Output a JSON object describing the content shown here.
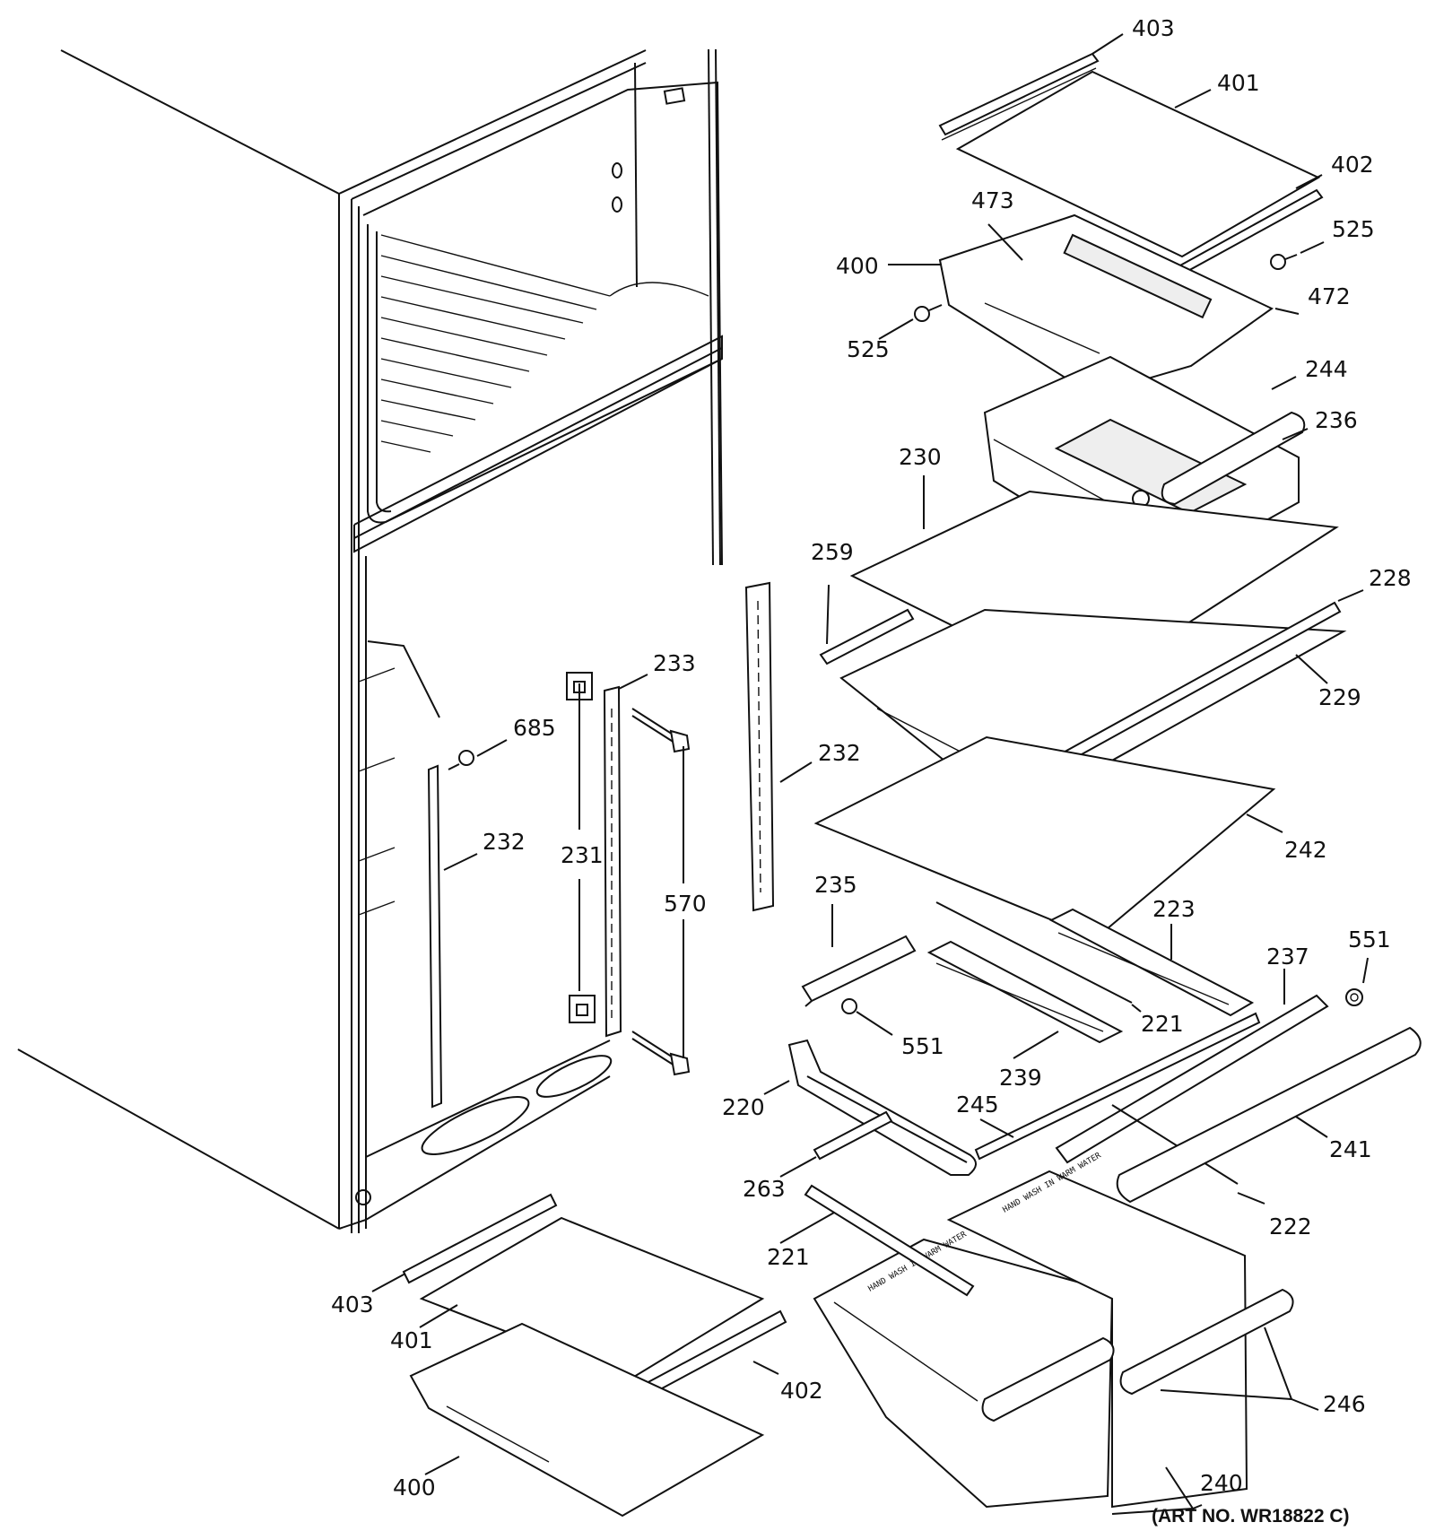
{
  "art_number": "(ART NO. WR18822 C)",
  "colors": {
    "line": "#111111",
    "background": "#ffffff"
  },
  "labels": [
    {
      "id": "403-top",
      "text": "403"
    },
    {
      "id": "401-top",
      "text": "401"
    },
    {
      "id": "402-top",
      "text": "402"
    },
    {
      "id": "525-right",
      "text": "525"
    },
    {
      "id": "473",
      "text": "473"
    },
    {
      "id": "400-top",
      "text": "400"
    },
    {
      "id": "472",
      "text": "472"
    },
    {
      "id": "525-left",
      "text": "525"
    },
    {
      "id": "244",
      "text": "244"
    },
    {
      "id": "236",
      "text": "236"
    },
    {
      "id": "230",
      "text": "230"
    },
    {
      "id": "259",
      "text": "259"
    },
    {
      "id": "228",
      "text": "228"
    },
    {
      "id": "229",
      "text": "229"
    },
    {
      "id": "233",
      "text": "233"
    },
    {
      "id": "685",
      "text": "685"
    },
    {
      "id": "232-right",
      "text": "232"
    },
    {
      "id": "232-left",
      "text": "232"
    },
    {
      "id": "231",
      "text": "231"
    },
    {
      "id": "570",
      "text": "570"
    },
    {
      "id": "242",
      "text": "242"
    },
    {
      "id": "235",
      "text": "235"
    },
    {
      "id": "223",
      "text": "223"
    },
    {
      "id": "551-right",
      "text": "551"
    },
    {
      "id": "237",
      "text": "237"
    },
    {
      "id": "221-upper",
      "text": "221"
    },
    {
      "id": "551-left",
      "text": "551"
    },
    {
      "id": "239",
      "text": "239"
    },
    {
      "id": "220",
      "text": "220"
    },
    {
      "id": "245",
      "text": "245"
    },
    {
      "id": "241",
      "text": "241"
    },
    {
      "id": "263",
      "text": "263"
    },
    {
      "id": "222",
      "text": "222"
    },
    {
      "id": "221-lower",
      "text": "221"
    },
    {
      "id": "403-bottom",
      "text": "403"
    },
    {
      "id": "401-bottom",
      "text": "401"
    },
    {
      "id": "402-bottom",
      "text": "402"
    },
    {
      "id": "246",
      "text": "246"
    },
    {
      "id": "400-bottom",
      "text": "400"
    },
    {
      "id": "240",
      "text": "240"
    }
  ],
  "pan_imprint": "HAND WASH IN WARM WATER"
}
